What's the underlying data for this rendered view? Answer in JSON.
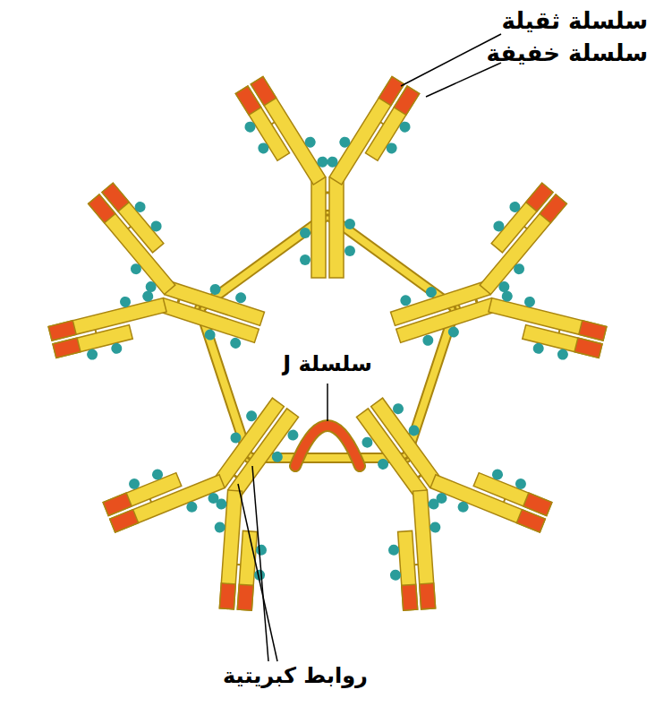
{
  "diagram": {
    "labels": [
      "سلسلة ثقيلة",
      "سلسلة خفيفة",
      "سلسلة J",
      "روابط كبريتية"
    ]
  }
}
